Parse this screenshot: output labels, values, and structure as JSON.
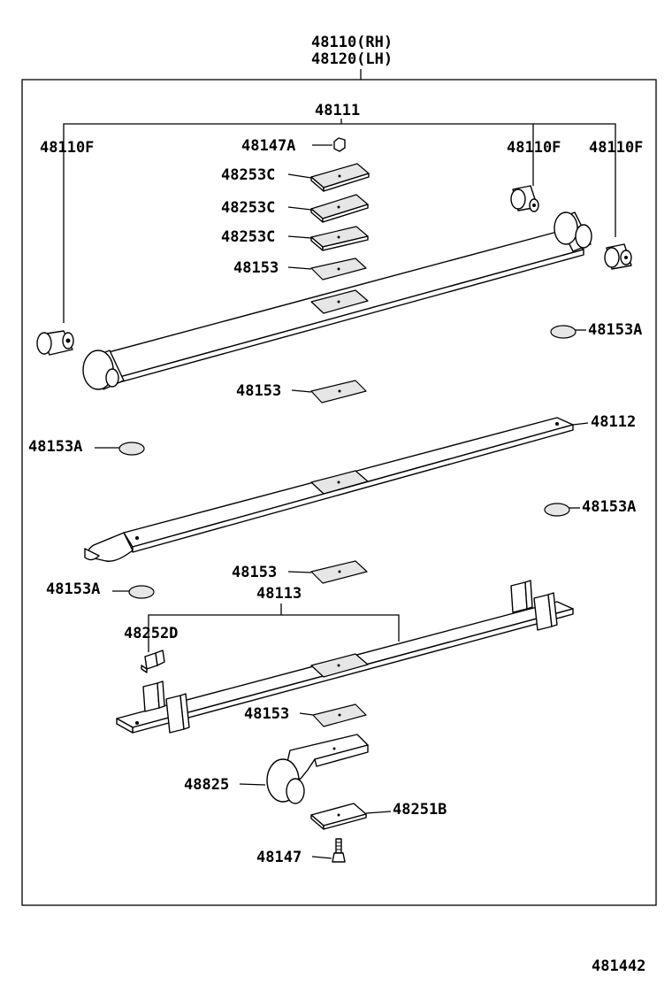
{
  "assembly": {
    "rh": "48110(RH)",
    "lh": "48120(LH)"
  },
  "labels": {
    "main_leaf": "48111",
    "bushing_left": "48110F",
    "bushing_mid": "48110F",
    "bushing_right": "48110F",
    "nut": "48147A",
    "liner_1": "48253C",
    "liner_2": "48253C",
    "liner_3": "48253C",
    "insert_1": "48153",
    "insert_2": "48153",
    "insert_3": "48153",
    "insert_4": "48153",
    "pad_1": "48153A",
    "pad_2": "48153A",
    "pad_3": "48153A",
    "pad_4": "48153A",
    "leaf_2": "48112",
    "leaf_3": "48113",
    "clip": "48252D",
    "hanger": "48825",
    "seat": "48251B",
    "bolt": "48147"
  },
  "diagram_number": "481442"
}
